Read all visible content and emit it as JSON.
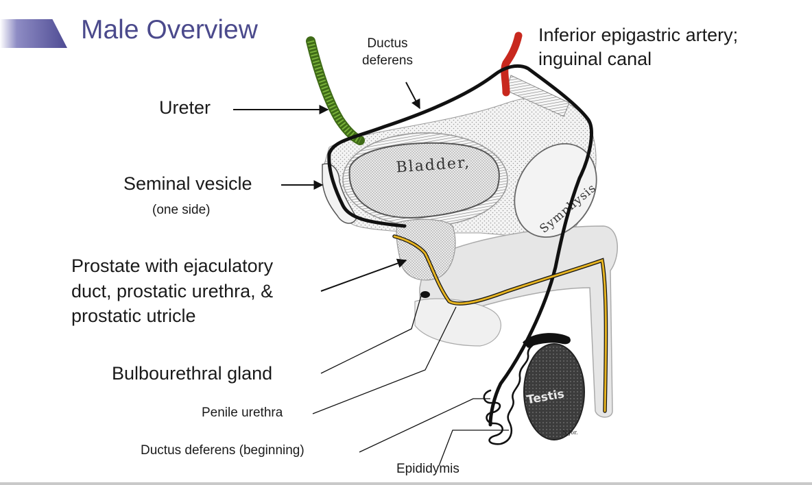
{
  "slide": {
    "title": "Male Overview"
  },
  "labels": {
    "ductus_deferens_top": "Ductus\ndeferens",
    "inferior_epigastric": "Inferior epigastric artery;\ninguinal canal",
    "ureter": "Ureter",
    "seminal_vesicle": "Seminal vesicle",
    "seminal_vesicle_note": "(one side)",
    "prostate": "Prostate with ejaculatory\nduct, prostatic urethra, &\nprostatic utricle",
    "bulbourethral_gland": "Bulbourethral gland",
    "penile_urethra": "Penile urethra",
    "ductus_deferens_beginning": "Ductus deferens (beginning)",
    "epididymis": "Epididymis"
  },
  "illustration": {
    "bladder": "Bladder,",
    "symphysis": "Symphysis",
    "testis": "Testis",
    "signature": "N.Jor."
  },
  "colors": {
    "title": "#4b4a8c",
    "ureter": "#4e7a1c",
    "artery": "#c8281e",
    "urethra": "#e6b422",
    "duct": "#111111"
  }
}
